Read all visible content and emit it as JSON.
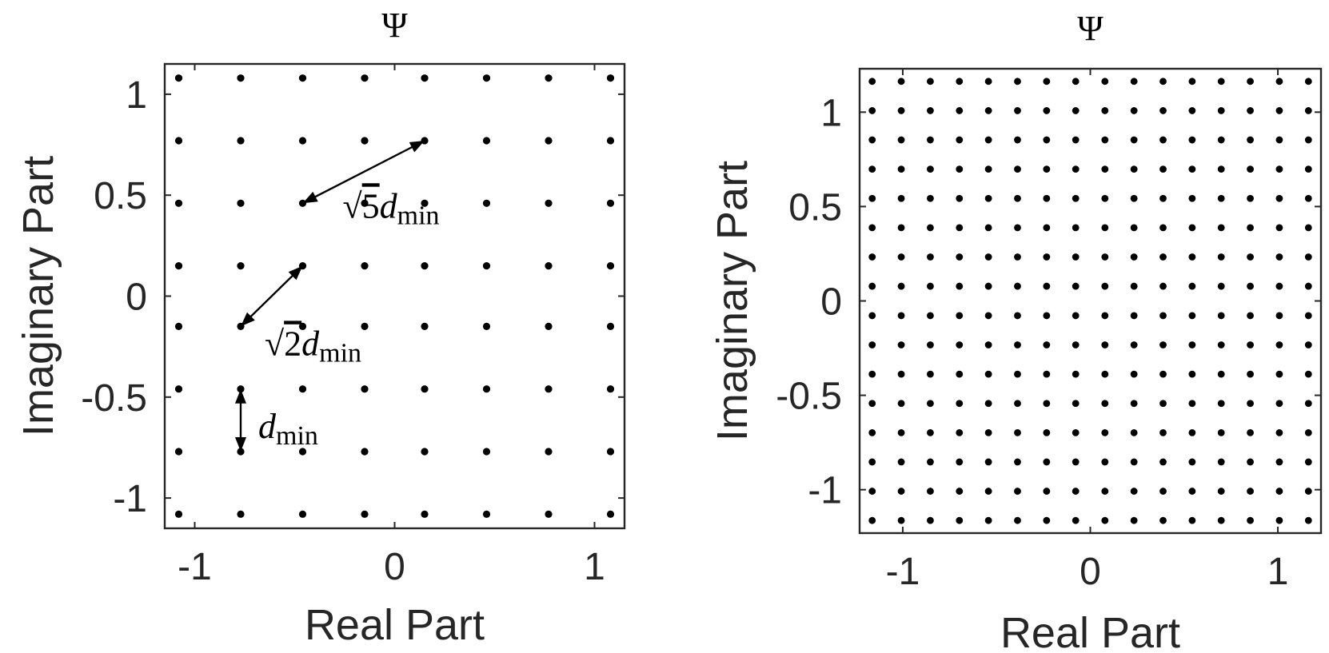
{
  "chart_data": [
    {
      "type": "scatter",
      "title": "Ψ",
      "xlabel": "Real Part",
      "ylabel": "Imaginary Part",
      "xlim": [
        -1.15,
        1.15
      ],
      "ylim": [
        -1.15,
        1.15
      ],
      "xticks": [
        -1,
        0,
        1
      ],
      "xtick_labels": [
        "-1",
        "0",
        "1"
      ],
      "yticks": [
        -1,
        -0.5,
        0,
        0.5,
        1
      ],
      "ytick_labels": [
        "-1",
        "-0.5",
        "0",
        "0.5",
        "1"
      ],
      "grid": false,
      "legend": false,
      "grid_levels": [
        -1.08,
        -0.77,
        -0.46,
        -0.15,
        0.15,
        0.46,
        0.77,
        1.08
      ],
      "series": [
        {
          "points": "cartesian product of grid_levels for x and y (8x8 = 64 constellation points)"
        }
      ],
      "annotations": [
        {
          "id": "sqrt5",
          "text_radical": "5",
          "text_var": "d",
          "text_sub": "min",
          "from": [
            0.15,
            0.77
          ],
          "to": [
            -0.46,
            0.46
          ],
          "double_arrow": true
        },
        {
          "id": "sqrt2",
          "text_radical": "2",
          "text_var": "d",
          "text_sub": "min",
          "from": [
            -0.46,
            0.15
          ],
          "to": [
            -0.77,
            -0.15
          ],
          "double_arrow": true
        },
        {
          "id": "dmin",
          "text_radical": "",
          "text_var": "d",
          "text_sub": "min",
          "from": [
            -0.77,
            -0.46
          ],
          "to": [
            -0.77,
            -0.77
          ],
          "double_arrow": true
        }
      ]
    },
    {
      "type": "scatter",
      "title": "Ψ",
      "xlabel": "Real Part",
      "ylabel": "Imaginary Part",
      "xlim": [
        -1.23,
        1.23
      ],
      "ylim": [
        -1.23,
        1.23
      ],
      "xticks": [
        -1,
        0,
        1
      ],
      "xtick_labels": [
        "-1",
        "0",
        "1"
      ],
      "yticks": [
        -1,
        -0.5,
        0,
        0.5,
        1
      ],
      "ytick_labels": [
        "-1",
        "-0.5",
        "0",
        "0.5",
        "1"
      ],
      "grid": false,
      "legend": false,
      "grid_levels": [
        -1.163,
        -1.008,
        -0.853,
        -0.698,
        -0.543,
        -0.388,
        -0.233,
        -0.078,
        0.078,
        0.233,
        0.388,
        0.543,
        0.698,
        0.853,
        1.008,
        1.163
      ],
      "series": [
        {
          "points": "cartesian product of grid_levels for x and y (16x16 = 256 constellation points)"
        }
      ],
      "annotations": []
    }
  ]
}
